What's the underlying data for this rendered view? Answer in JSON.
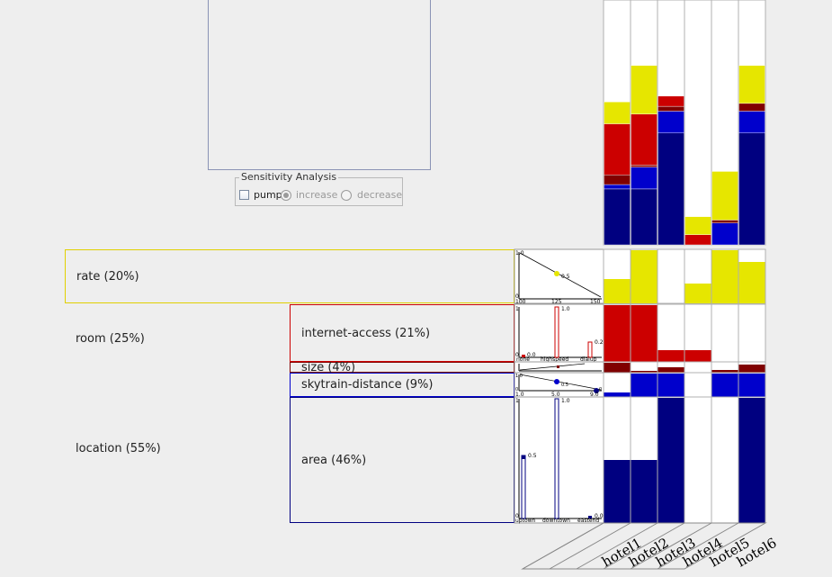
{
  "colors": {
    "navy": "#000080",
    "blue": "#0000cc",
    "red": "#cc0000",
    "darkred": "#800000",
    "yellow": "#e6e600",
    "gold": "#e6d200"
  },
  "sensitivity": {
    "title": "Sensitivity Analysis",
    "pump_label": "pump",
    "increase_label": "increase",
    "decrease_label": "decrease"
  },
  "tree": {
    "rate": "rate (20%)",
    "room": "room (25%)",
    "internet": "internet-access (21%)",
    "size": "size (4%)",
    "skytrain": "skytrain-distance (9%)",
    "location": "location (55%)",
    "area": "area (46%)"
  },
  "funcs": {
    "rate": {
      "y_top": "1.0",
      "y_bot": "0",
      "x_ticks": [
        "100",
        "125",
        "150"
      ],
      "point_label": "0.5"
    },
    "internet": {
      "y_top": "1",
      "y_bot": "0",
      "cats": [
        "none",
        "highspeed",
        "dialup"
      ],
      "val_labels": [
        "0.0",
        "1.0",
        "0.2"
      ]
    },
    "skytrain": {
      "y_top": "1.0",
      "y_bot": "0",
      "x_ticks": [
        "1.0",
        "5.0",
        "9.0"
      ],
      "point_label": "0.5",
      "end_label": "0"
    },
    "area": {
      "y_top": "1",
      "y_bot": "0",
      "cats": [
        "uptown",
        "downtown",
        "eastend"
      ],
      "val_labels": [
        "0.5",
        "1.0",
        "0.0"
      ]
    }
  },
  "hotels": [
    "hotel1",
    "hotel2",
    "hotel3",
    "hotel4",
    "hotel5",
    "hotel6"
  ],
  "scores": {
    "rate": [
      0.45,
      1.0,
      0.0,
      0.37,
      1.0,
      0.78
    ],
    "internet": [
      1.0,
      1.0,
      0.2,
      0.2,
      0.0,
      0.0
    ],
    "size": [
      1.0,
      0.2,
      0.5,
      0.0,
      0.3,
      0.8
    ],
    "skytrain": [
      0.2,
      1.0,
      1.0,
      0.0,
      1.0,
      1.0
    ],
    "area": [
      0.5,
      0.5,
      1.0,
      0.0,
      0.0,
      1.0
    ]
  },
  "weights": {
    "rate": 0.2,
    "internet": 0.21,
    "size": 0.04,
    "skytrain": 0.09,
    "area": 0.46
  }
}
